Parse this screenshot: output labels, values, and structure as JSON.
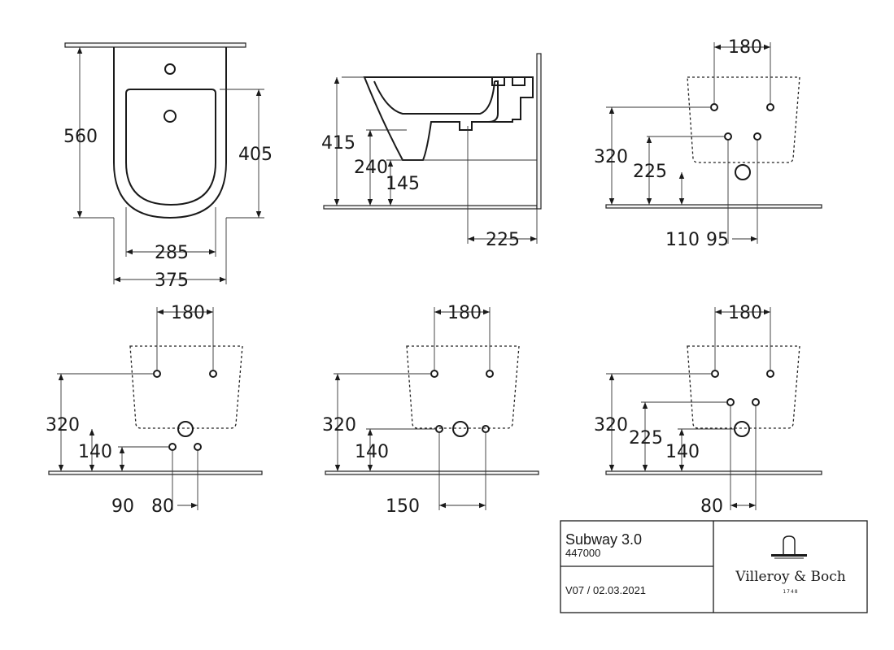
{
  "views": {
    "front": {
      "height": "560",
      "bowl_height": "405",
      "inner_width": "285",
      "outer_width": "375"
    },
    "side": {
      "rim_height": "415",
      "outlet_height": "240",
      "waste_height": "145",
      "waste_offset": "225"
    },
    "rear_top_right": {
      "spacing_top": "180",
      "h_upper": "320",
      "h_lower": "225",
      "offset_a": "110",
      "offset_b": "95"
    },
    "rear_bottom_left": {
      "spacing_top": "180",
      "h_upper": "320",
      "h_lower": "140",
      "offset_a": "90",
      "offset_b": "80"
    },
    "rear_bottom_middle": {
      "spacing_top": "180",
      "h_upper": "320",
      "h_lower": "140",
      "spacing_bottom": "150"
    },
    "rear_bottom_right": {
      "spacing_top": "180",
      "h_upper": "320",
      "h_mid": "225",
      "h_lower": "140",
      "spacing_bottom": "80"
    }
  },
  "title_block": {
    "product": "Subway 3.0",
    "article": "447000",
    "version": "V07 / 02.03.2021",
    "brand": "Villeroy & Boch",
    "brand_year": "1748"
  }
}
